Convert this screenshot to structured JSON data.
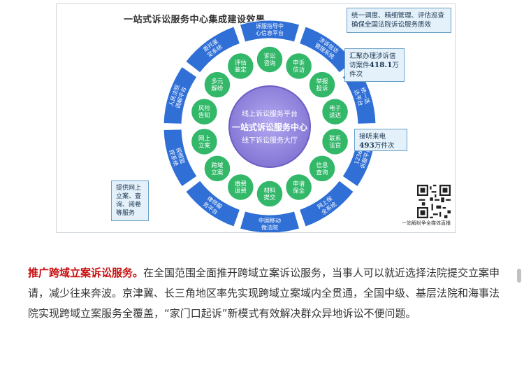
{
  "figure": {
    "title": "一站式诉讼服务中心集成建设效果",
    "center": {
      "line1": "线上诉讼服务平台",
      "line2": "一站式诉讼服务中心",
      "line3": "线下诉讼服务大厅"
    },
    "outer_ring": [
      "诉服指导中心信息平台",
      "涉诉信访管理系统",
      "统一送达平台",
      "12368诉服平台",
      "网上保全系统",
      "中国移动微法院",
      "律师服务平台",
      "视频监控系统",
      "人民法院调解平台",
      "委托鉴定系统"
    ],
    "inner_ring": [
      "诉讼咨询",
      "申诉信访",
      "举报投诉",
      "电子送达",
      "联系法官",
      "信息查询",
      "申请保全",
      "材料提交",
      "缴费退费",
      "跨域立案",
      "网上立案",
      "风险告知",
      "多元解纷",
      "评估鉴定"
    ],
    "callouts": {
      "top_right": "统一调度、精细管理、评估巡查确保全国法院诉讼服务质效",
      "mid_right_text": "汇聚办理涉诉信访案件",
      "mid_right_value": "418.1",
      "mid_right_unit": "万件次",
      "lower_right_text": "接听来电",
      "lower_right_value": "493",
      "lower_right_unit": "万件次",
      "left": "提供网上立案、查询、阅卷等服务"
    },
    "qr_caption": "一站解纷争全媒体直播"
  },
  "article": {
    "lead": "推广跨域立案诉讼服务。",
    "body": "在全国范围全面推开跨域立案诉讼服务，当事人可以就近选择法院提交立案申请，减少往来奔波。京津冀、长三角地区率先实现跨域立案域内全贯通，全国中级、基层法院和海事法院实现跨域立案服务全覆盖，“家门口起诉”新模式有效解决群众异地诉讼不便问题。"
  },
  "colors": {
    "outer_ring": "#2f6fd6",
    "inner_ring": "#33b86a",
    "center": "#8b7fd8",
    "lead_text": "#c81010"
  }
}
